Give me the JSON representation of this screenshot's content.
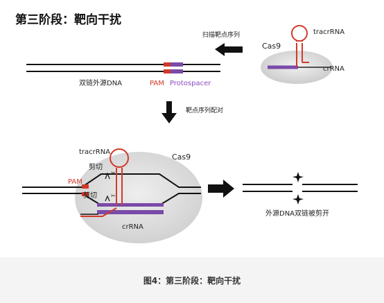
{
  "heading": "第三阶段：靶向干扰",
  "top": {
    "scan_label": "扫描靶点序列",
    "tracr_label": "tracrRNA",
    "cas9_label": "Cas9",
    "crrna_label": "crRNA",
    "dna_label": "双链外源DNA",
    "pam_label": "PAM",
    "protospacer_label": "Protospacer",
    "pairing_label": "靶点序列配对"
  },
  "bottom": {
    "tracr_label": "tracrRNA",
    "cas9_label": "Cas9",
    "cut_label_top": "剪切",
    "cut_label_bottom": "剪切",
    "pam_label": "PAM",
    "crrna_label": "crRNA",
    "result_label": "外源DNA双链被剪开"
  },
  "caption": "图4：第三阶段：靶向干扰",
  "colors": {
    "rna_red": "#d03a2a",
    "spacer_purple": "#7a4aa8",
    "cas9_gray": "#d6d6d6",
    "text_purple": "#8a4cc0",
    "text_red": "#d03a2a"
  }
}
